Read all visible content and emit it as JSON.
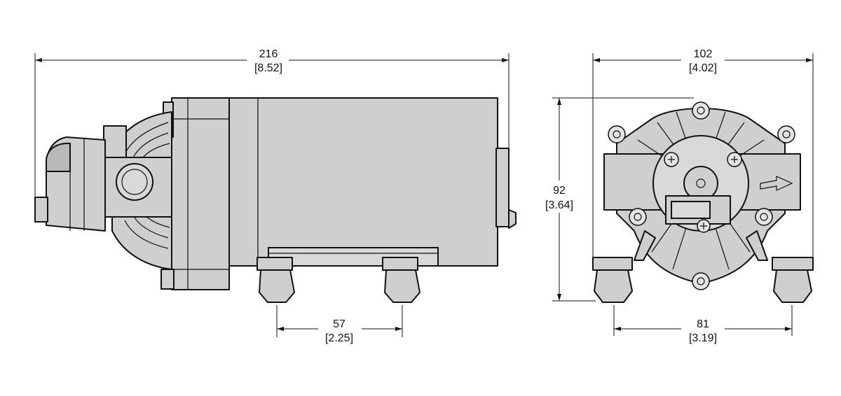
{
  "dimensions": {
    "side_length": {
      "mm": "216",
      "inch": "[8.52]"
    },
    "foot_spacing": {
      "mm": "57",
      "inch": "[2.25]"
    },
    "end_width": {
      "mm": "102",
      "inch": "[4.02]"
    },
    "end_height": {
      "mm": "92",
      "inch": "[3.64]"
    },
    "end_foot_spacing": {
      "mm": "81",
      "inch": "[3.19]"
    }
  }
}
